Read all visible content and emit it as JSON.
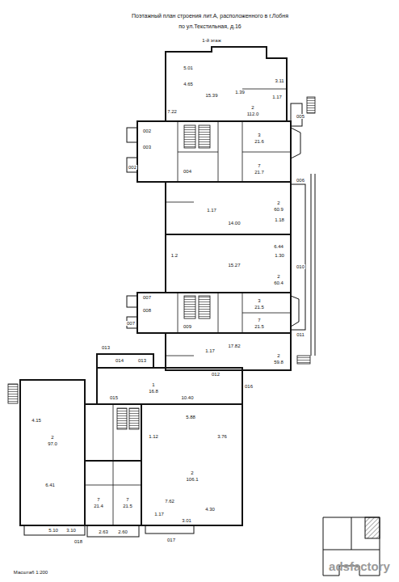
{
  "diagram": {
    "title": "Поэтажный план строения лит.А, расположенного в г.Лобня по ул.Текстильная, д.16",
    "labels": [
      "1-й этаж",
      "5.01",
      "4.65",
      "7.22",
      "15.39",
      "1.39",
      "2",
      "112.0",
      "3.11",
      "1.17",
      "005",
      "002",
      "003",
      "002",
      "004",
      "3",
      "21.6",
      "7",
      "21.7",
      "006",
      "1.17",
      "2",
      "60.9",
      "14.00",
      "1.18",
      "1.2",
      "6.44",
      "1.30",
      "15.27",
      "2",
      "60.4",
      "010",
      "007",
      "008",
      "007",
      "009",
      "3",
      "21.5",
      "7",
      "21.5",
      "011",
      "17.82",
      "1.17",
      "2",
      "59.8",
      "012",
      "013",
      "014",
      "013",
      "016",
      "015",
      "1",
      "16.8",
      "10.40",
      "2",
      "97.0",
      "4.15",
      "6.41",
      "2",
      "106.1",
      "1.12",
      "5.88",
      "7.62",
      "3.76",
      "7",
      "21.4",
      "7",
      "21.5",
      "1.17",
      "4.30",
      "3.01",
      "5.10",
      "3.10",
      "2.63",
      "2.60",
      "018",
      "017",
      "Масштаб 1:200",
      "adsfactory"
    ]
  }
}
